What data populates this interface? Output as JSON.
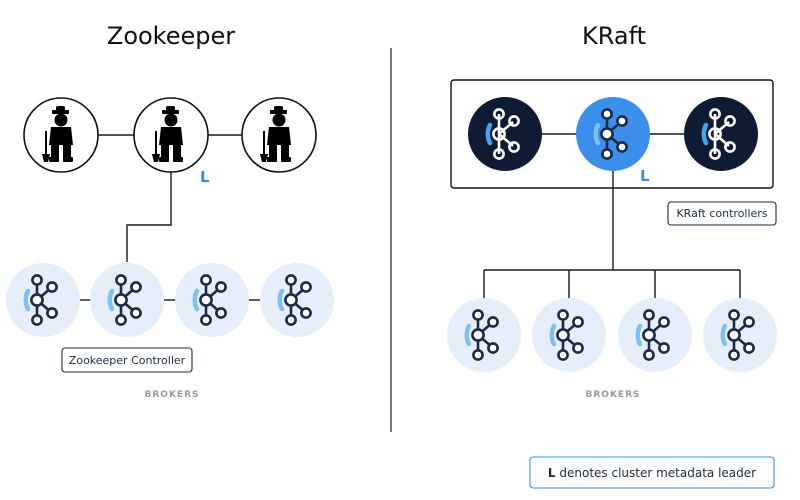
{
  "left_panel": {
    "title": "Zookeeper",
    "leader_mark": "L",
    "controller_label": "Zookeeper Controller",
    "brokers_caption": "BROKERS"
  },
  "right_panel": {
    "title": "KRaft",
    "leader_mark": "L",
    "controllers_label": "KRaft controllers",
    "brokers_caption": "BROKERS"
  },
  "legend": {
    "mark": "L",
    "text": " denotes cluster metadata leader"
  },
  "icons": {
    "zookeeper_node": "zookeeper-keeper-icon",
    "kafka_node": "kafka-logo-icon"
  },
  "colors": {
    "accent_blue": "#3b8fea",
    "dark_navy": "#0f1a33",
    "broker_bg": "#e6eef9",
    "icon_navy": "#1b2b45",
    "arc_light_blue": "#7fc0f2"
  }
}
